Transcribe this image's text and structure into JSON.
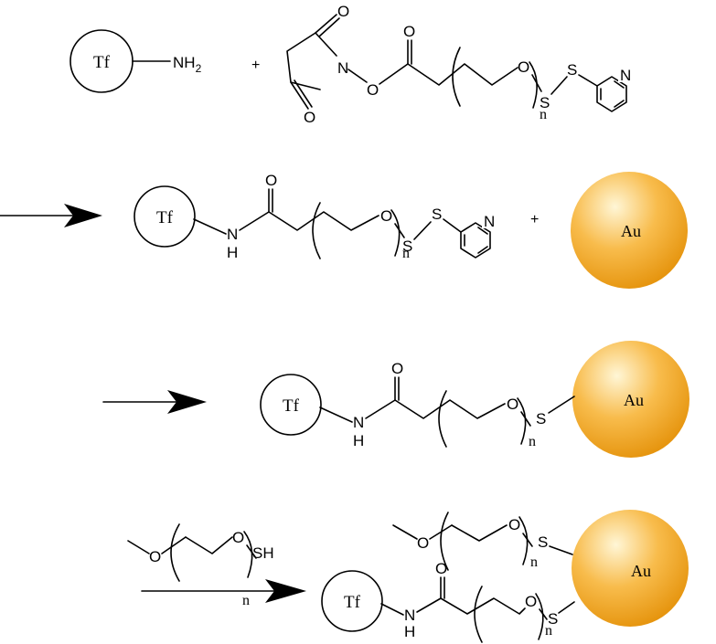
{
  "labels": {
    "protein": "Tf",
    "gold": "Au",
    "amine": "NH",
    "amine_subscript": "2",
    "nitrogen": "N",
    "oxygen": "O",
    "sulfur": "S",
    "amide_h": "H",
    "thiol": "SH",
    "repeat": "n",
    "plus": "+"
  },
  "colors": {
    "gold_light": "#fff6d6",
    "gold_mid": "#f8bc4c",
    "gold_dark": "#e6950f",
    "line": "#000000"
  }
}
